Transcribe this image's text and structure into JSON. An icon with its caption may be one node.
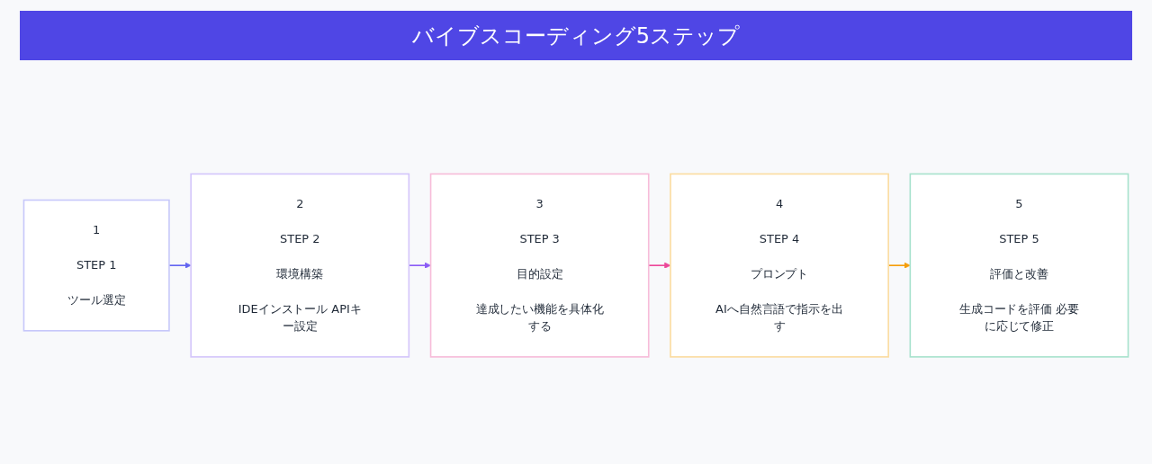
{
  "diagram": {
    "title": "バイブスコーディング5ステップ",
    "nodes": [
      {
        "text": [
          "1",
          "STEP 1",
          "ツール選定"
        ]
      },
      {
        "text": [
          "2",
          "STEP 2",
          "環境構築",
          "IDEインストール APIキー設定"
        ]
      },
      {
        "text": [
          "3",
          "STEP 3",
          "目的設定",
          "達成したい機能を具体化する"
        ]
      },
      {
        "text": [
          "4",
          "STEP 4",
          "プロンプト",
          "AIへ自然言語で指示を出す"
        ]
      },
      {
        "text": [
          "5",
          "STEP 5",
          "評価と改善",
          "生成コードを評価 必要に応じて修正"
        ]
      }
    ],
    "edges": [
      {
        "from": 0,
        "to": 1,
        "arrow": "to",
        "color": "#6366f1"
      },
      {
        "from": 1,
        "to": 2,
        "arrow": "to",
        "color": "#8b5cf6"
      },
      {
        "from": 2,
        "to": 3,
        "arrow": "to",
        "color": "#ec4899"
      },
      {
        "from": 3,
        "to": 4,
        "arrow": "to",
        "color": "#f59e0b"
      }
    ]
  }
}
